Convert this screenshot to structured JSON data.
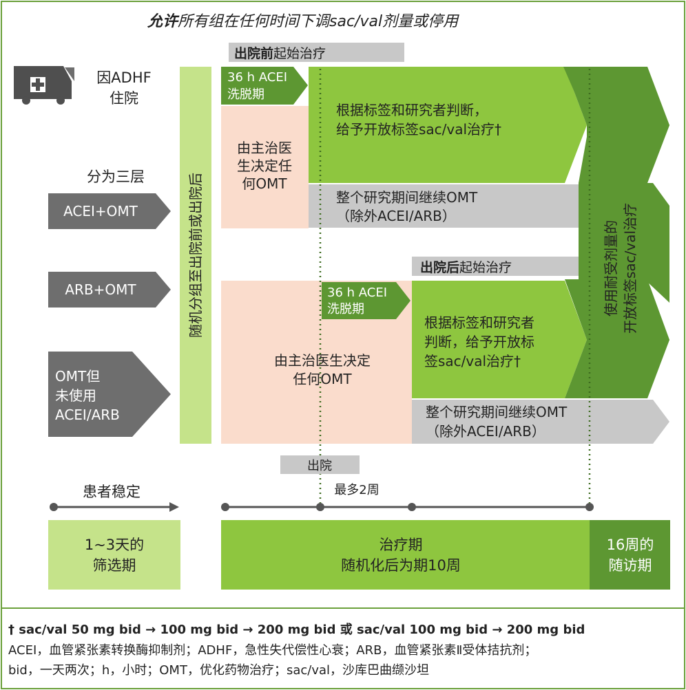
{
  "title": {
    "bold": "允许",
    "rest": "所有组在任何时间下调sac/val剂量或停用"
  },
  "before_discharge": {
    "bold": "出院前",
    "rest": "起始治疗"
  },
  "after_discharge": {
    "bold": "出院后",
    "rest": "起始治疗"
  },
  "admission": [
    "因ADHF",
    "住院"
  ],
  "strata_title": "分为三层",
  "strata": [
    {
      "lines": [
        "ACEI+OMT"
      ]
    },
    {
      "lines": [
        "ARB+OMT"
      ]
    },
    {
      "lines": [
        "OMT但",
        "未使用",
        "ACEI/ARB"
      ]
    }
  ],
  "randomization": "随机分组至出院前或出院后",
  "pre": {
    "washout": [
      "36 h ACEI",
      "洗脱期"
    ],
    "omt_decision": [
      "由主治医",
      "生决定任",
      "何OMT"
    ],
    "open_label": [
      "根据标签和研究者判断，",
      "给予开放标签sac/val治疗†"
    ],
    "continue_omt": [
      "整个研究期间继续OMT",
      "（除外ACEI/ARB）"
    ]
  },
  "post": {
    "washout": [
      "36 h ACEI",
      "洗脱期"
    ],
    "omt_decision": [
      "由主治医生决定",
      "任何OMT"
    ],
    "open_label": [
      "根据标签和研究者",
      "判断，给予开放标",
      "签sac/val治疗†"
    ],
    "continue_omt": [
      "整个研究期间继续OMT",
      "（除外ACEI/ARB）"
    ]
  },
  "tolerated_dose": [
    "使用耐受剂量的",
    "开放标签sac/val治疗"
  ],
  "discharge": "出院",
  "max_2_weeks": "最多2周",
  "patient_stable": "患者稳定",
  "screening": [
    "1~3天的",
    "筛选期"
  ],
  "treatment": [
    "治疗期",
    "随机化后为期10周"
  ],
  "followup": [
    "16周的",
    "随访期"
  ],
  "footnotes": [
    "† sac/val 50 mg bid → 100 mg bid → 200 mg bid 或 sac/val 100 mg bid → 200 mg bid",
    "ACEI，血管紧张素转换酶抑制剂；ADHF，急性失代偿性心衰；ARB，血管紧张素Ⅱ受体拮抗剂；",
    "bid，一天两次；h，小时；OMT，优化药物治疗；sac/val，沙库巴曲缬沙坦"
  ],
  "colors": {
    "light_green": "#c5e38a",
    "mid_green": "#8ec63f",
    "dark_green": "#5d9732",
    "peach": "#fadccc",
    "gray_arrow": "#c8c8c8",
    "dark_gray": "#6e6e6e",
    "frame": "#6aa03a"
  }
}
